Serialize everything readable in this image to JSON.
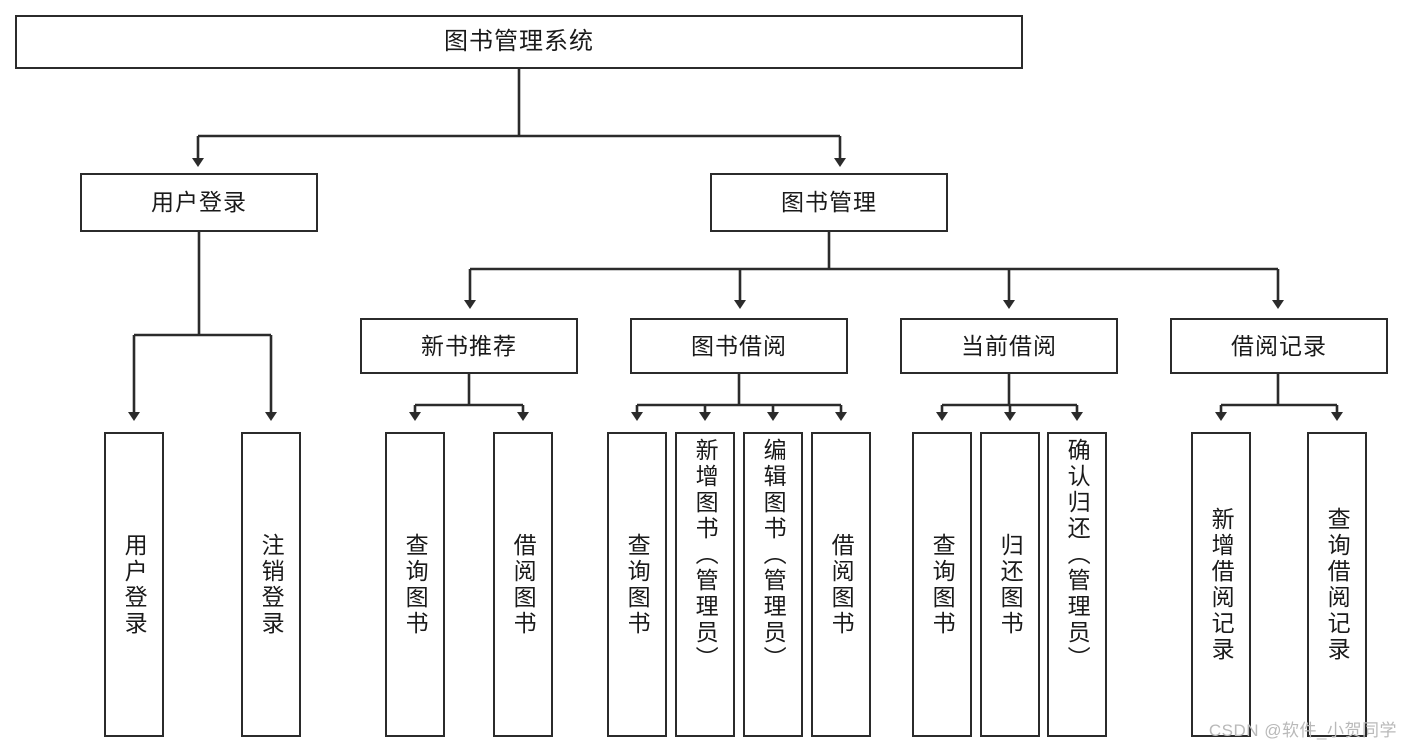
{
  "diagram": {
    "title": "图书管理系统",
    "type": "tree-hierarchy",
    "watermark": "CSDN @软件_小贺同学",
    "colors": {
      "background": "#ffffff",
      "box_border": "#2b2b2b",
      "box_fill": "#ffffff",
      "edge": "#2b2b2b",
      "text": "#1a1a1a",
      "watermark": "#b9b9b9"
    },
    "root": {
      "label": "图书管理系统"
    },
    "level1": [
      {
        "label": "用户登录"
      },
      {
        "label": "图书管理"
      }
    ],
    "level2": [
      {
        "label": "新书推荐",
        "parent": "图书管理"
      },
      {
        "label": "图书借阅",
        "parent": "图书管理"
      },
      {
        "label": "当前借阅",
        "parent": "图书管理"
      },
      {
        "label": "借阅记录",
        "parent": "图书管理"
      }
    ],
    "leaves": {
      "user_login": [
        {
          "label": "用户登录"
        },
        {
          "label": "注销登录"
        }
      ],
      "new_book_recommend": [
        {
          "label": "查询图书"
        },
        {
          "label": "借阅图书"
        }
      ],
      "book_borrow": [
        {
          "label": "查询图书"
        },
        {
          "label": "新增图书（管理员）"
        },
        {
          "label": "编辑图书（管理员）"
        },
        {
          "label": "借阅图书"
        }
      ],
      "current_borrow": [
        {
          "label": "查询图书"
        },
        {
          "label": "归还图书"
        },
        {
          "label": "确认归还（管理员）"
        }
      ],
      "borrow_record": [
        {
          "label": "新增借阅记录"
        },
        {
          "label": "查询借阅记录"
        }
      ]
    }
  }
}
